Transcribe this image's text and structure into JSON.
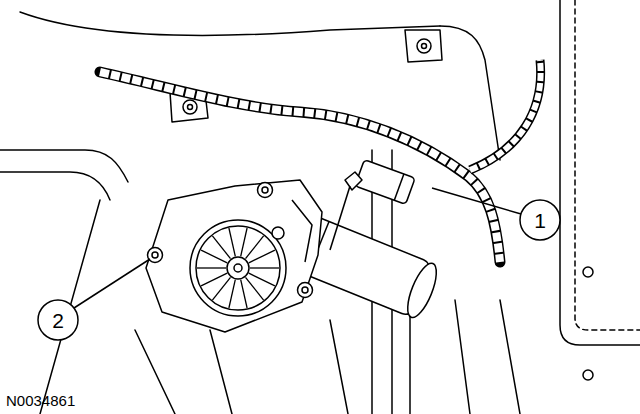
{
  "diagram": {
    "labels": [
      "1",
      "2",
      "N0034861"
    ]
  }
}
